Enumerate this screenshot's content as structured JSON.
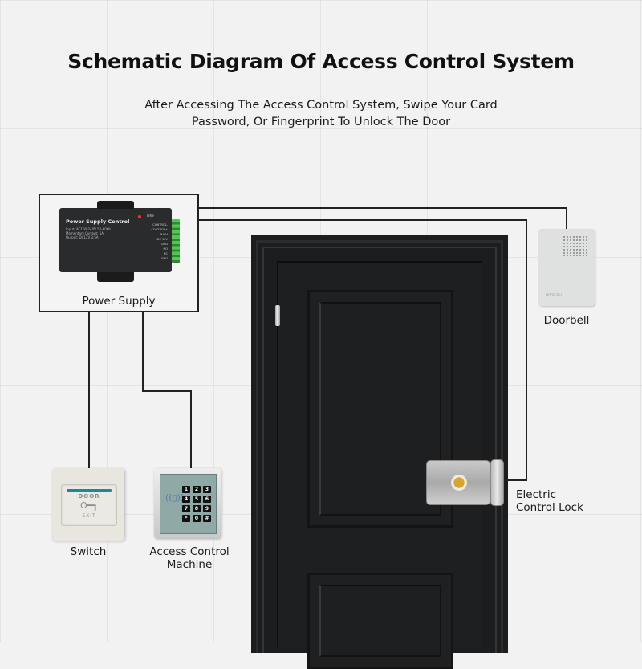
{
  "header": {
    "title": "Schematic Diagram Of Access Control System",
    "subtitle_line1": "After Accessing The Access Control System, Swipe Your Card",
    "subtitle_line2": "Password, Or Fingerprint To Unlock The Door"
  },
  "power_supply": {
    "label": "Power Supply",
    "device_title": "Power Supply Control",
    "specs": [
      "Input: AC100-240V 50-60Hz",
      "Momentary Current: 5A",
      "Output: DC12V 3.5A"
    ],
    "time_label": "Time",
    "terminals": [
      "CONTROL-",
      "CONTROL+",
      "PUSH",
      "DC 12V",
      "GND",
      "NO",
      "NC",
      "GND"
    ]
  },
  "doorbell": {
    "label": "Doorbell",
    "device_text": "DOOR BELL"
  },
  "switch": {
    "label": "Switch",
    "text_top": "DOOR",
    "text_bottom": "EXIT",
    "key_glyph": "O━┓"
  },
  "access_machine": {
    "label_line1": "Access Control",
    "label_line2": "Machine",
    "keys": [
      "1",
      "2",
      "3",
      "4",
      "5",
      "6",
      "7",
      "8",
      "9",
      "*",
      "0",
      "#"
    ],
    "rfid_glyph": "((▯))"
  },
  "lock": {
    "label_line1": "Electric",
    "label_line2": "Control Lock"
  },
  "colors": {
    "wire": "#222222",
    "door": "#1e1f21",
    "background": "#f2f2f2"
  }
}
